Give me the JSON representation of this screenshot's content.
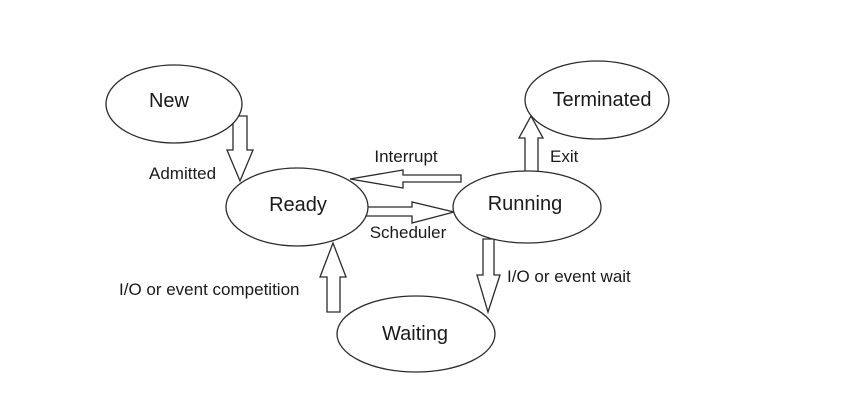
{
  "diagram": {
    "colors": {
      "background": "#ffffff",
      "line": "#2b2b2b",
      "text": "#1a1a1a"
    },
    "states": {
      "new": {
        "label": "New"
      },
      "ready": {
        "label": "Ready"
      },
      "running": {
        "label": "Running"
      },
      "waiting": {
        "label": "Waiting"
      },
      "terminated": {
        "label": "Terminated"
      }
    },
    "transitions": {
      "admitted": {
        "label": "Admitted",
        "from": "New",
        "to": "Ready"
      },
      "interrupt": {
        "label": "Interrupt",
        "from": "Running",
        "to": "Ready"
      },
      "scheduler": {
        "label": "Scheduler",
        "from": "Ready",
        "to": "Running"
      },
      "exit": {
        "label": "Exit",
        "from": "Running",
        "to": "Terminated"
      },
      "io_event_wait": {
        "label": "I/O or event wait",
        "from": "Running",
        "to": "Waiting"
      },
      "io_event_competition": {
        "label": "I/O or event competition",
        "from": "Waiting",
        "to": "Ready"
      }
    }
  }
}
